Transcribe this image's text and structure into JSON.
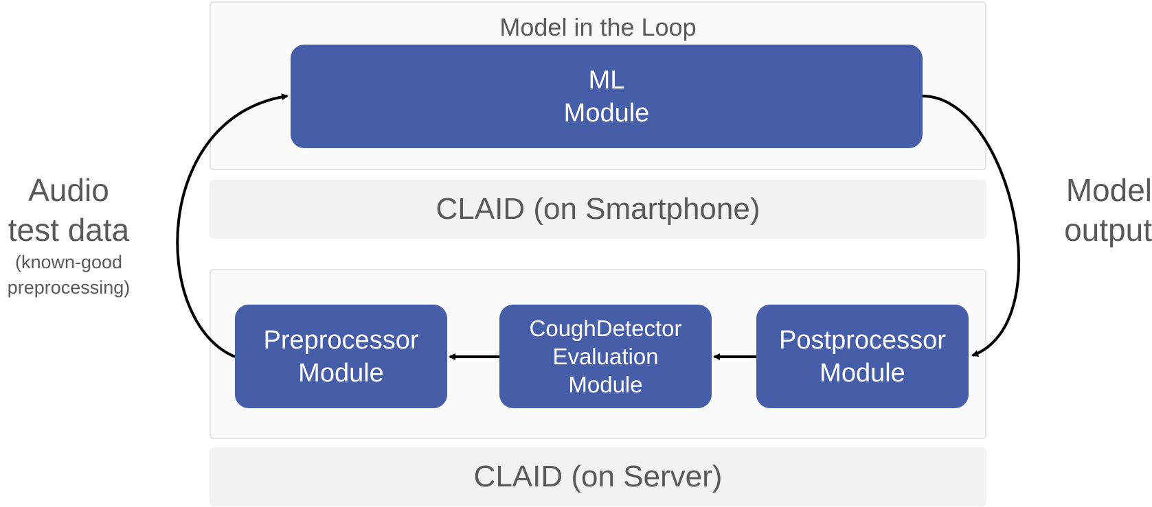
{
  "top_panel": {
    "title": "Model in the Loop",
    "platform": "CLAID (on Smartphone)",
    "ml_module": [
      "ML",
      "Module"
    ]
  },
  "bottom_panel": {
    "platform": "CLAID (on Server)",
    "preprocessor_module": [
      "Preprocessor",
      "Module"
    ],
    "evaluation_module": [
      "CoughDetector",
      "Evaluation",
      "Module"
    ],
    "postprocessor_module": [
      "Postprocessor",
      "Module"
    ]
  },
  "left_label": {
    "main": [
      "Audio",
      "test data"
    ],
    "sub": [
      "(known-good",
      "preprocessing)"
    ]
  },
  "right_label": {
    "main": [
      "Model",
      "output"
    ]
  },
  "colors": {
    "module_fill": "#465ea8",
    "panel_border": "#e3e3e3",
    "platform_fill": "#f2f2f2",
    "text_gray": "#595959",
    "arrow": "#000000"
  }
}
